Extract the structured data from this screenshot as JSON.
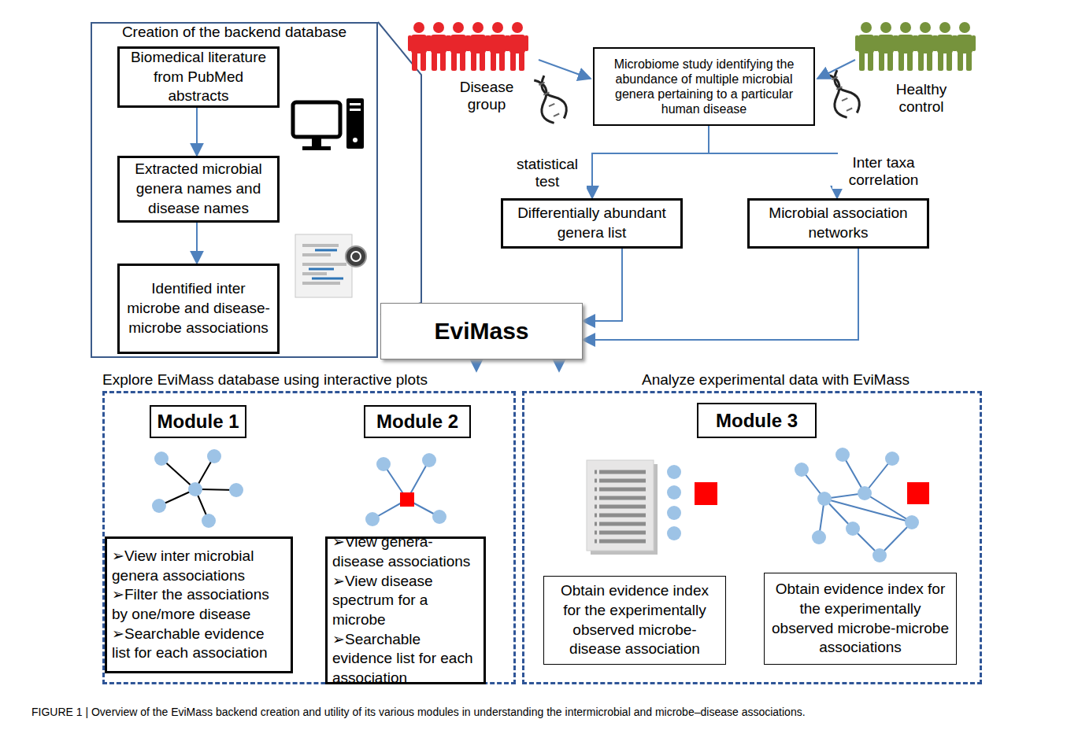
{
  "diagram": {
    "caption": "FIGURE 1 | Overview of the EviMass backend creation and utility of its various modules in understanding the intermicrobial and microbe–disease associations.",
    "nodes": [
      {
        "text": [
          "Creation of the backend database"
        ]
      },
      {
        "text": [
          "Biomedical literature from PubMed abstracts"
        ],
        "in": 0
      },
      {
        "text": [
          "Extracted microbial genera names and disease names"
        ],
        "in": 0
      },
      {
        "text": [
          "Identified inter microbe and disease-microbe associations"
        ],
        "in": 0
      },
      {
        "text": [
          "Microbiome study identifying the abundance of multiple microbial genera pertaining to a particular human disease"
        ]
      },
      {
        "text": [
          "Differentially abundant genera list"
        ]
      },
      {
        "text": [
          "Microbial association networks"
        ]
      },
      {
        "text": [
          "EviMass"
        ]
      },
      {
        "text": [
          "Explore EviMass database using interactive plots"
        ]
      },
      {
        "text": [
          "Module 1"
        ],
        "in": 8
      },
      {
        "text": [
          "➢View inter microbial genera associations",
          "➢Filter the associations by one/more disease",
          "➢Searchable evidence list for each association"
        ],
        "in": 8
      },
      {
        "text": [
          "Module 2"
        ],
        "in": 8
      },
      {
        "text": [
          "➢View genera-disease associations",
          "➢View disease spectrum for a microbe",
          "➢Searchable evidence list for each association"
        ],
        "in": 8
      },
      {
        "text": [
          "Analyze experimental data with EviMass"
        ]
      },
      {
        "text": [
          "Module 3"
        ],
        "in": 13
      },
      {
        "text": [
          "Obtain evidence index for the experimentally observed microbe-disease association"
        ],
        "in": 13
      },
      {
        "text": [
          "Obtain evidence index for the experimentally observed microbe-microbe associations"
        ],
        "in": 13
      }
    ],
    "edges": [
      {
        "from": 1,
        "to": 2,
        "arrow": "to"
      },
      {
        "from": 2,
        "to": 3,
        "arrow": "to"
      },
      {
        "from": 4,
        "to": 5,
        "label": "statistical test",
        "arrow": "to"
      },
      {
        "from": 4,
        "to": 6,
        "label": "Inter taxa correlation",
        "arrow": "to"
      },
      {
        "from": 5,
        "to": 7,
        "arrow": "to"
      },
      {
        "from": 6,
        "to": 7,
        "arrow": "to"
      },
      {
        "from": 7,
        "to": 8,
        "arrow": "to"
      },
      {
        "from": 7,
        "to": 13,
        "arrow": "to"
      }
    ],
    "labels": [
      "Disease group",
      "Healthy control"
    ]
  }
}
